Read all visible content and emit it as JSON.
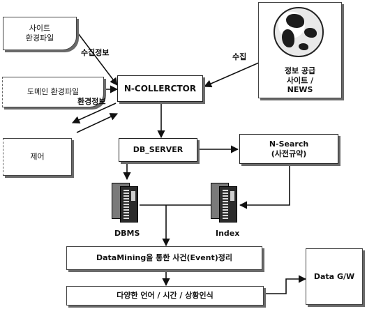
{
  "nodes": {
    "site_env_file": [
      "사이트",
      "환경파일"
    ],
    "domain_env_file": "도메인 환경파일",
    "control": "제어",
    "collector": "N-COLLERCTOR",
    "info_supply": [
      "정보 공급",
      "사이트 /",
      "NEWS"
    ],
    "db_server": "DB_SERVER",
    "nsearch": [
      "N-Search",
      "(사전규약)"
    ],
    "dbms": "DBMS",
    "index": "Index",
    "datamining": "DataMining을 통한 사건(Event)정리",
    "recognition": "다양한 언어 / 시간 / 상황인식",
    "data_gw": "Data G/W"
  },
  "edge_labels": {
    "collect_info": "수집정보",
    "collect": "수집",
    "env_info": "환경정보"
  }
}
